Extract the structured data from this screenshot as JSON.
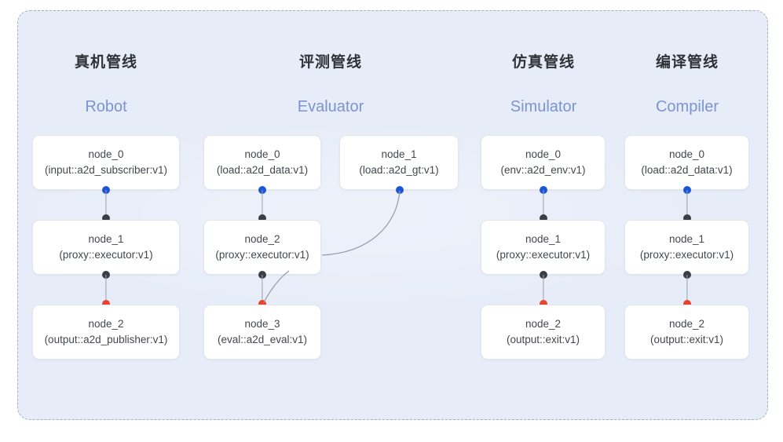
{
  "diagram": {
    "background_color": "#ffffff",
    "panel_color": "#e6ecf8",
    "panel_border_color": "#a9aeb8",
    "accent_color": "#7c94cf",
    "port_colors": {
      "input": "#1a56d6",
      "middle": "#3b3f45",
      "output": "#e8442c"
    },
    "edge_color": "#9aa0ab"
  },
  "columns": [
    {
      "title_cn": "真机管线",
      "title_en": "Robot",
      "nodes": [
        {
          "name": "node_0",
          "type": "(input::a2d_subscriber:v1)"
        },
        {
          "name": "node_1",
          "type": "(proxy::executor:v1)"
        },
        {
          "name": "node_2",
          "type": "(output::a2d_publisher:v1)"
        }
      ]
    },
    {
      "title_cn": "评测管线",
      "title_en": "Evaluator",
      "nodes": [
        {
          "name": "node_0",
          "type": "(load::a2d_data:v1)"
        },
        {
          "name": "node_1",
          "type": "(load::a2d_gt:v1)"
        },
        {
          "name": "node_2",
          "type": "(proxy::executor:v1)"
        },
        {
          "name": "node_3",
          "type": "(eval::a2d_eval:v1)"
        }
      ]
    },
    {
      "title_cn": "仿真管线",
      "title_en": "Simulator",
      "nodes": [
        {
          "name": "node_0",
          "type": "(env::a2d_env:v1)"
        },
        {
          "name": "node_1",
          "type": "(proxy::executor:v1)"
        },
        {
          "name": "node_2",
          "type": "(output::exit:v1)"
        }
      ]
    },
    {
      "title_cn": "编译管线",
      "title_en": "Compiler",
      "nodes": [
        {
          "name": "node_0",
          "type": "(load::a2d_data:v1)"
        },
        {
          "name": "node_1",
          "type": "(proxy::executor:v1)"
        },
        {
          "name": "node_2",
          "type": "(output::exit:v1)"
        }
      ]
    }
  ]
}
